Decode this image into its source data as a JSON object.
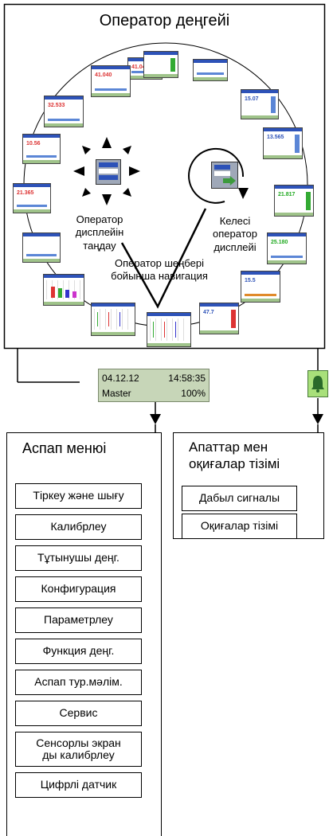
{
  "operator_level": {
    "title": "Оператор деңгейі",
    "select_display_label": "Оператор дисплейін таңдау",
    "next_display_label": "Келесі оператор дисплейі",
    "navigation_label": "Оператор шеңбері бойынша навигация",
    "screen_readings": [
      "41.040",
      "32.533",
      "10.56",
      "21.365",
      "15.07",
      "13.565",
      "21.817",
      "25.180",
      "15.5",
      "47.7"
    ]
  },
  "status_bar": {
    "date": "04.12.12",
    "time": "14:58:35",
    "user": "Master",
    "memory": "100%"
  },
  "instrument_menu": {
    "title": "Аспап менюі",
    "items": [
      "Тіркеу және шығу",
      "Калибрлеу",
      "Тұтынушы деңг.",
      "Конфигурация",
      "Параметрлеу",
      "Функция деңг.",
      "Аспап тур.мәлім.",
      "Сервис",
      "Сенсорлы экранды калибрлеу",
      "Цифрлі датчик"
    ],
    "item_lines": {
      "touch_line1": "Сенсорлы экран",
      "touch_line2": "ды калибрлеу"
    }
  },
  "alarm_events": {
    "title_line1": "Апаттар мен",
    "title_line2": "оқиғалар тізімі",
    "items": [
      "Дабыл сигналы",
      "Оқиғалар тізімі"
    ]
  },
  "colors": {
    "status_bg": "#c7d6b8",
    "bell_bg": "#a8e07a",
    "screen_header": "#2d52b8",
    "screen_blue": "#5b86d6"
  }
}
